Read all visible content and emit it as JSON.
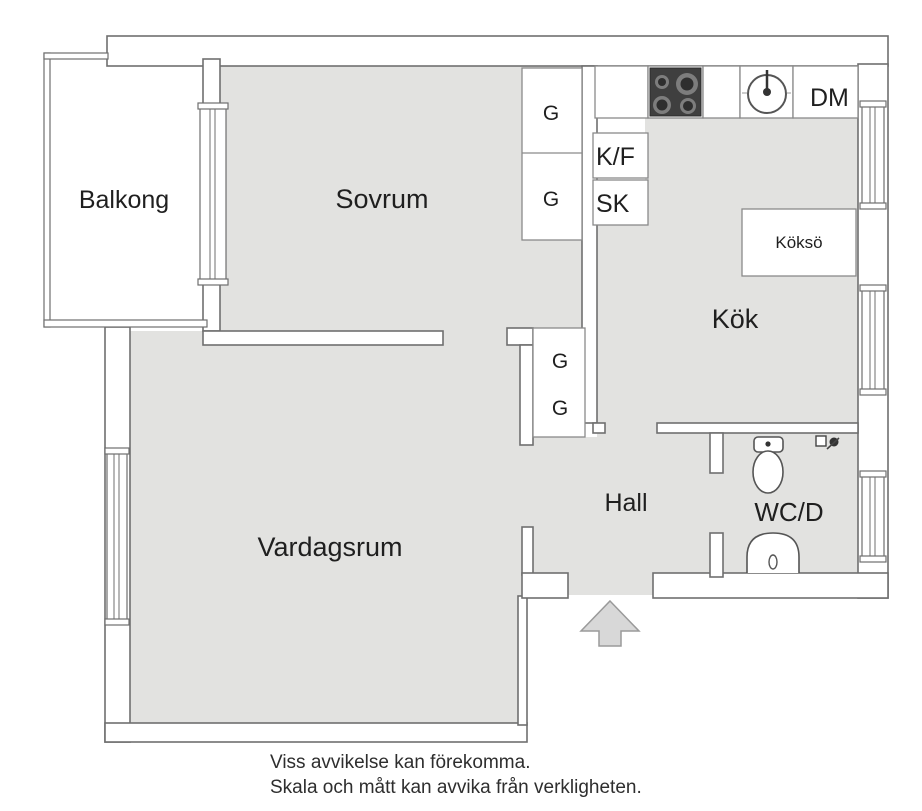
{
  "rooms": {
    "balkong": "Balkong",
    "sovrum": "Sovrum",
    "kok": "Kök",
    "vardagsrum": "Vardagsrum",
    "hall": "Hall",
    "wcd": "WC/D"
  },
  "fixtures": {
    "wardrobe_label": "G",
    "fridge_freezer": "K/F",
    "tall_cabinet": "SK",
    "dishwasher": "DM",
    "kitchen_island": "Köksö"
  },
  "footer": {
    "line1": "Viss avvikelse kan förekomma.",
    "line2": "Skala och mått kan avvika från verkligheten."
  },
  "colors": {
    "floor": "#e2e2e0",
    "wall-line": "#6f6f6f",
    "cell-line": "#8a8a8a",
    "stove": "#3f3f3f",
    "arrow-fill": "#d8d8d8",
    "label-text": "#1f1f1f",
    "footer-text": "#2e2e2e"
  }
}
